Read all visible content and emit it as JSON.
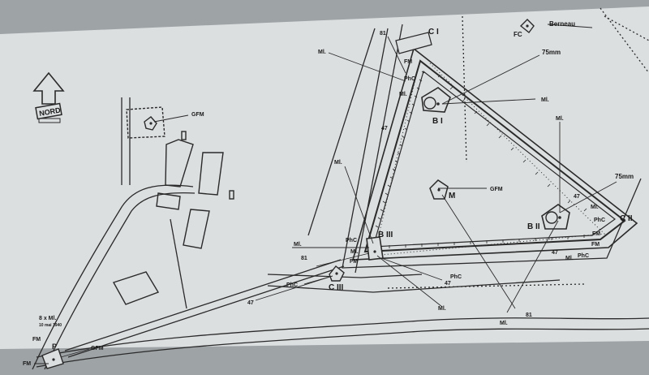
{
  "north": {
    "label": "NORD"
  },
  "reference": {
    "berneau": "Berneau"
  },
  "blocks": {
    "ci": "C I",
    "cii": "C II",
    "ciii": "C III",
    "bi": "B I",
    "bii": "B II",
    "biii": "B III",
    "m": "M",
    "fc": "FC",
    "p": "P"
  },
  "weapons": {
    "ml": "Ml.",
    "fm": "FM",
    "phc": "PhC",
    "gfm": "GFM",
    "mm75": "75mm",
    "n47": "47",
    "n81": "81"
  },
  "memorial": {
    "title": "8 x Ml.",
    "date": "10 mai 1940"
  },
  "colors": {
    "paper": "#dcdfe0",
    "ink": "#2a2a2a",
    "frame": "#9ea3a6"
  }
}
